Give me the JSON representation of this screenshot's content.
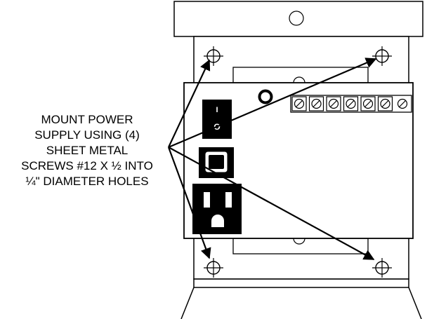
{
  "callout": {
    "lines": [
      "MOUNT POWER",
      "SUPPLY USING (4)",
      "SHEET METAL",
      "SCREWS #12 X ½ INTO",
      "¼\" DIAMETER HOLES"
    ]
  },
  "switch": {
    "on_mark": "I",
    "off_mark": "O"
  },
  "mounting_hole_count": 4,
  "terminal_screw_count": 7,
  "colors": {
    "line": "#000000",
    "fill": "#ffffff",
    "solid": "#000000"
  }
}
